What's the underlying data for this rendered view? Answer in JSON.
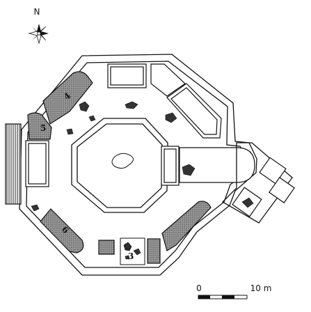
{
  "compass": {
    "label": "N"
  },
  "scale": {
    "start_label": "0",
    "end_label": "10 m"
  },
  "rooms": [
    {
      "id": "room-4",
      "label": "4"
    },
    {
      "id": "room-5",
      "label": "5"
    },
    {
      "id": "room-6",
      "label": "6"
    },
    {
      "id": "room-3",
      "label": "3"
    }
  ]
}
